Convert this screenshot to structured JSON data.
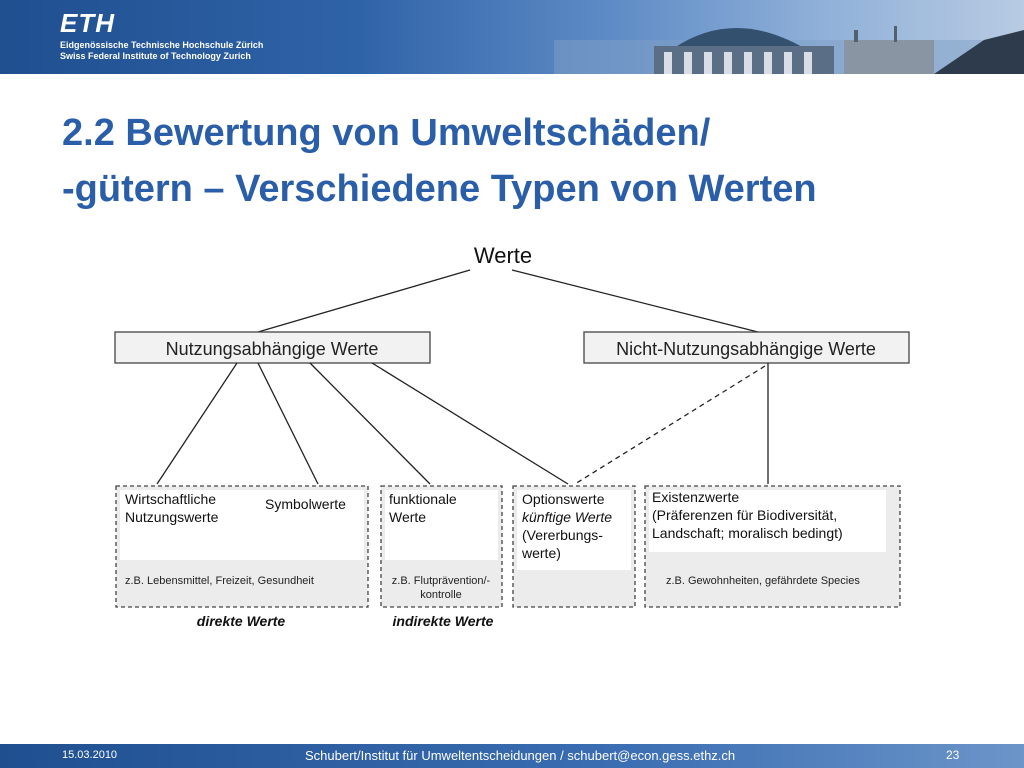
{
  "header": {
    "logo": "ETH",
    "institution_de": "Eidgenössische Technische Hochschule Zürich",
    "institution_en": "Swiss Federal Institute of Technology Zurich"
  },
  "title": {
    "line1": "2.2 Bewertung von Umweltschäden/",
    "line2": "-gütern – Verschiedene Typen von Werten"
  },
  "diagram": {
    "root": "Werte",
    "branch_left": "Nutzungsabhängige Werte",
    "branch_right": "Nicht-Nutzungsabhängige Werte",
    "box1": {
      "label_a_1": "Wirtschaftliche",
      "label_a_2": "Nutzungswerte",
      "label_b": "Symbolwerte",
      "example": "z.B. Lebensmittel, Freizeit, Gesundheit"
    },
    "box2": {
      "label_1": "funktionale",
      "label_2": "Werte",
      "example_1": "z.B. Flutprävention/-",
      "example_2": "kontrolle"
    },
    "box3": {
      "label_1": "Optionswerte",
      "label_2": "künftige Werte",
      "label_3": "(Vererbungs-",
      "label_4": "werte)"
    },
    "box4": {
      "label_1": "Existenzwerte",
      "label_2": "(Präferenzen für Biodiversität,",
      "label_3": "Landschaft; moralisch bedingt)",
      "example": "z.B. Gewohnheiten, gefährdete Species"
    },
    "group_direct": "direkte Werte",
    "group_indirect": "indirekte Werte"
  },
  "footer": {
    "date": "15.03.2010",
    "author": "Schubert/Institut für Umweltentscheidungen / schubert@econ.gess.ethz.ch",
    "page": "23"
  }
}
